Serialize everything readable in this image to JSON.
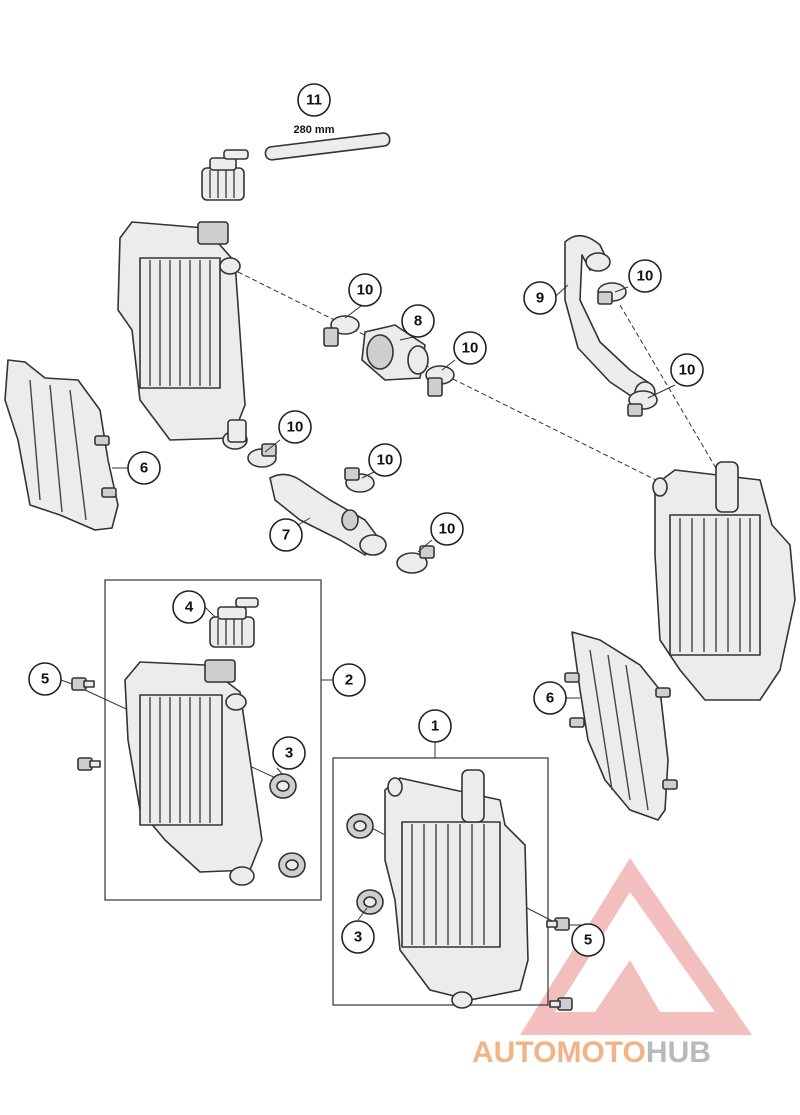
{
  "callouts": {
    "c1": "1",
    "c2": "2",
    "c3a": "3",
    "c3b": "3",
    "c4": "4",
    "c5a": "5",
    "c5b": "5",
    "c6a": "6",
    "c6b": "6",
    "c7": "7",
    "c8": "8",
    "c9": "9",
    "c10a": "10",
    "c10b": "10",
    "c10c": "10",
    "c10d": "10",
    "c10e": "10",
    "c10f": "10",
    "c10g": "10",
    "c11": "11"
  },
  "hose_length_label": "280 mm",
  "watermark": {
    "part1": "AUTOMOTO",
    "part2": "HUB",
    "colors": {
      "accent": "#f0b486",
      "grey": "#b9b9b9",
      "triangle": "#e98a8a"
    }
  }
}
